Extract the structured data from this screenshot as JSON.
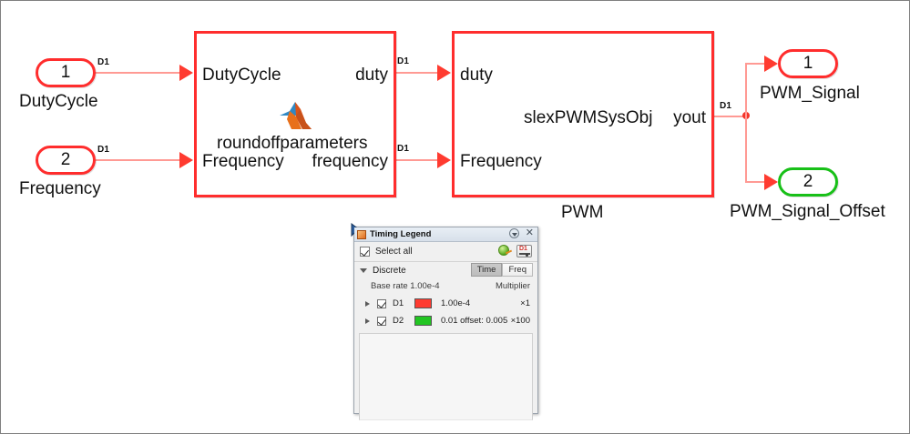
{
  "diagram": {
    "inputs": [
      {
        "number": "1",
        "caption": "DutyCycle",
        "tag": "D1"
      },
      {
        "number": "2",
        "caption": "Frequency",
        "tag": "D1"
      }
    ],
    "blocks": [
      {
        "name": "roundoffparameters",
        "inputs": [
          "DutyCycle",
          "Frequency"
        ],
        "outputs": [
          "duty",
          "frequency"
        ],
        "icon": "matlab-membrane-icon"
      },
      {
        "name": "PWM",
        "center_label": "slexPWMSysObj",
        "inputs": [
          "duty",
          "Frequency"
        ],
        "outputs": [
          "yout"
        ]
      }
    ],
    "signal_tags": [
      "D1",
      "D1",
      "D1",
      "D1",
      "D1"
    ],
    "outputs": [
      {
        "number": "1",
        "caption": "PWM_Signal",
        "color": "#ff2d2d"
      },
      {
        "number": "2",
        "caption": "PWM_Signal_Offset",
        "color": "#18c018"
      }
    ]
  },
  "timing_legend": {
    "title": "Timing Legend",
    "window_icon": "window-icon",
    "collapse_icon": "chevron-down-circle-icon",
    "close_icon": "close-icon",
    "select_all_label": "Select all",
    "tool_icons": [
      "highlight-globe-icon",
      "d1-sample-time-icon"
    ],
    "section_label": "Discrete",
    "toggles": [
      {
        "label": "Time",
        "active": true
      },
      {
        "label": "Freq",
        "active": false
      }
    ],
    "base_rate_label": "Base rate 1.00e-4",
    "multiplier_label": "Multiplier",
    "rows": [
      {
        "id": "D1",
        "color": "#ff3b30",
        "desc": "1.00e-4",
        "multiplier": "×1"
      },
      {
        "id": "D2",
        "color": "#22c522",
        "desc": "0.01 offset: 0.005",
        "multiplier": "×100"
      }
    ]
  }
}
